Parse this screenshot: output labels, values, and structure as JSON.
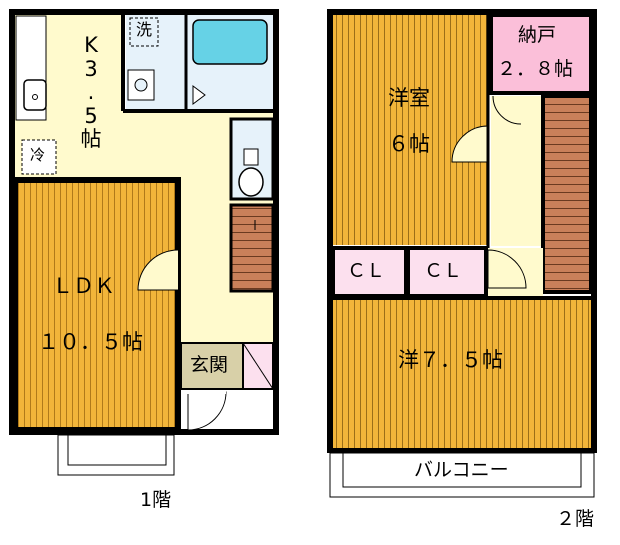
{
  "floor1": {
    "caption": "1階",
    "kitchen": {
      "label": "K\n3\n.\n5\n帖"
    },
    "ldk": {
      "name": "ＬＤＫ",
      "size": "１０．５帖"
    },
    "washer": "洗",
    "fridge": "冷",
    "entrance": "玄関"
  },
  "floor2": {
    "caption": "２階",
    "western_room_north": {
      "name": "洋室",
      "size": "６帖"
    },
    "storage": {
      "name": "納戸",
      "size": "２．８帖"
    },
    "closet_a": "ＣＬ",
    "closet_b": "ＣＬ",
    "western_room_south": {
      "label": "洋７．５帖"
    },
    "balcony": "バルコニー"
  },
  "colors": {
    "room_wood": "#F2B53A",
    "hall_cream": "#FFFACD",
    "wet_blue": "#E6F2FA",
    "bath_cyan": "#66D2E6",
    "storage_pink": "#FBBFD9",
    "stairs_brown": "#C9805A",
    "closet_pink": "#FCE0EE",
    "entrance_tan": "#D8D0A8"
  }
}
